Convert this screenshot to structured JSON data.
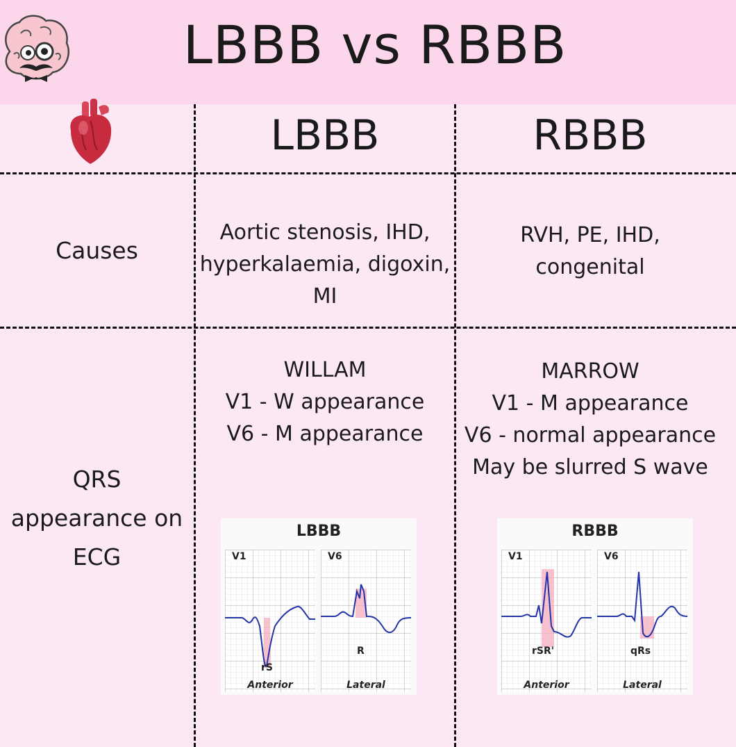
{
  "title": "LBBB vs RBBB",
  "columns": {
    "left": "LBBB",
    "right": "RBBB"
  },
  "causes": {
    "label": "Causes",
    "lbbb_lines": [
      "Aortic stenosis, IHD,",
      "hyperkalaemia, digoxin,",
      "MI"
    ],
    "rbbb_lines": [
      "RVH, PE, IHD,",
      "congenital"
    ]
  },
  "qrs": {
    "label_lines": [
      "QRS",
      "appearance on",
      "ECG"
    ],
    "lbbb_lines": [
      "WILLAM",
      "V1 - W appearance",
      "V6 - M appearance"
    ],
    "rbbb_lines": [
      "MARROW",
      "V1 - M appearance",
      "V6 - normal appearance",
      "May be slurred S wave"
    ]
  },
  "ecg": {
    "lbbb": {
      "title": "LBBB",
      "v1": {
        "lead": "V1",
        "wave_label": "rS",
        "wall": "Anterior"
      },
      "v6": {
        "lead": "V6",
        "wave_label": "R",
        "wall": "Lateral"
      }
    },
    "rbbb": {
      "title": "RBBB",
      "v1": {
        "lead": "V1",
        "wave_label": "rSR'",
        "wall": "Anterior"
      },
      "v6": {
        "lead": "V6",
        "wave_label": "qRs",
        "wall": "Lateral"
      }
    }
  },
  "colors": {
    "background": "#fce8f4",
    "header": "#fcd6ea",
    "trace": "#2233aa",
    "highlight": "#f4a6b8",
    "grid": "#bcbcbc"
  },
  "icons": [
    "brain-mascot-icon",
    "heart-icon"
  ]
}
